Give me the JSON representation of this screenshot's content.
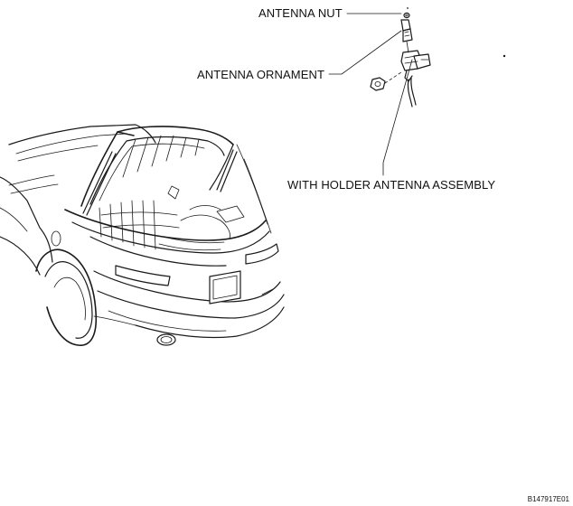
{
  "callouts": {
    "antenna_nut": "ANTENNA NUT",
    "antenna_ornament": "ANTENNA ORNAMENT",
    "holder_assembly": "WITH HOLDER ANTENNA ASSEMBLY"
  },
  "figure_code": "B147917E01",
  "colors": {
    "ink": "#1a1a1a",
    "background": "#ffffff"
  }
}
